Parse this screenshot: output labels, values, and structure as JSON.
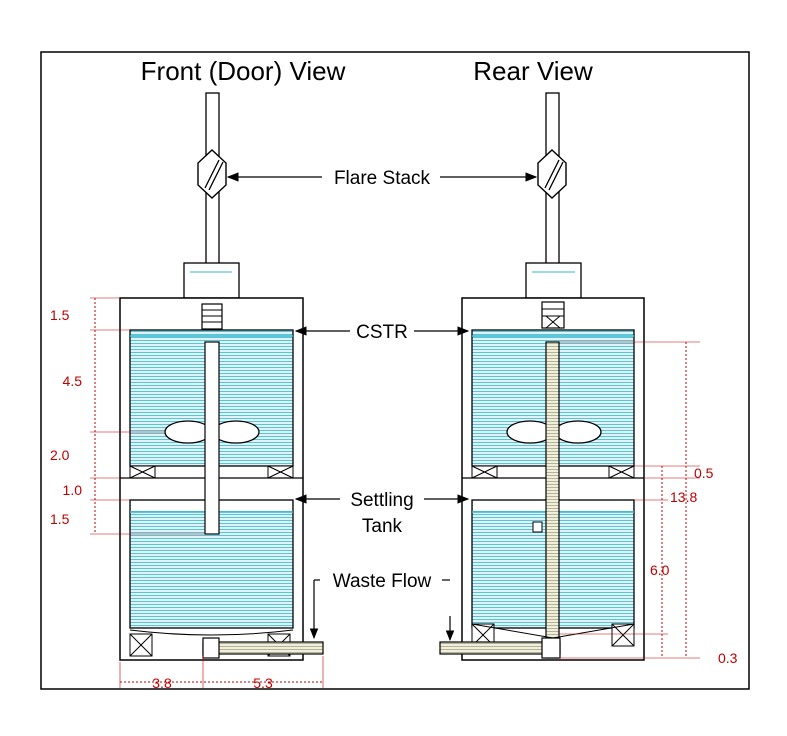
{
  "titles": {
    "front": "Front (Door) View",
    "rear": "Rear View"
  },
  "labels": {
    "flare_stack": "Flare Stack",
    "cstr": "CSTR",
    "settling_line1": "Settling",
    "settling_line2": "Tank",
    "waste_flow": "Waste Flow"
  },
  "dimensions": {
    "front_left": [
      "1.5",
      "4.5",
      "2.0",
      "1.0",
      "1.5"
    ],
    "front_bottom": [
      "3.8",
      "5.3"
    ],
    "rear_right": [
      "0.5",
      "13.8",
      "6.0",
      "0.3"
    ]
  },
  "colors": {
    "line": "#000000",
    "water": "#2ab3cc",
    "water_bg": "#d9f1f7",
    "dimension": "#c00000",
    "pipe": "#ecebd4"
  }
}
